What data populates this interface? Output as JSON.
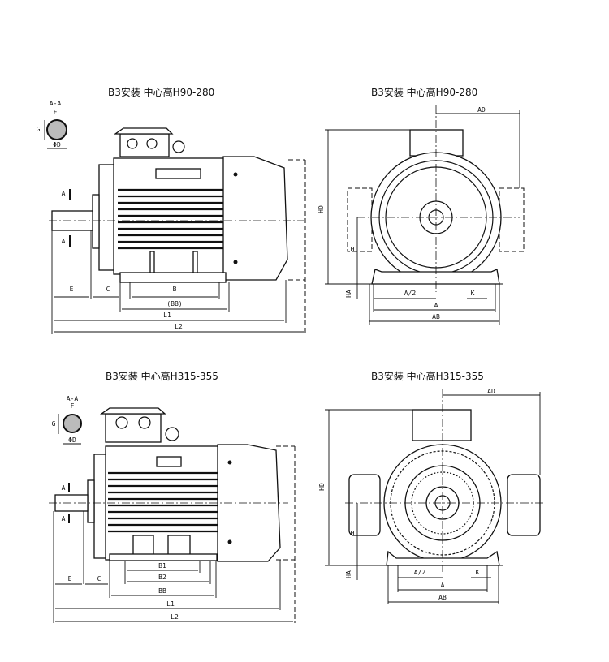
{
  "panels": {
    "top_left": {
      "title": "B3安装  中心高H90-280",
      "section": "A-A",
      "f": "F",
      "g": "G",
      "d": "ΦD",
      "a": "A",
      "e": "E",
      "c": "C",
      "b": "B",
      "bb": "(BB)",
      "l1": "L1",
      "l2": "L2"
    },
    "top_right": {
      "title": "B3安装  中心高H90-280",
      "ad": "AD",
      "hd": "HD",
      "h": "H",
      "ha": "HA",
      "a2": "A/2",
      "k": "K",
      "a": "A",
      "ab": "AB"
    },
    "bottom_left": {
      "title": "B3安装  中心高H315-355",
      "section": "A-A",
      "f": "F",
      "g": "G",
      "d": "ΦD",
      "a": "A",
      "e": "E",
      "c": "C",
      "b1": "B1",
      "b2": "B2",
      "bb": "BB",
      "l1": "L1",
      "l2": "L2"
    },
    "bottom_right": {
      "title": "B3安装  中心高H315-355",
      "ad": "AD",
      "hd": "HD",
      "h": "H",
      "ha": "HA",
      "a2": "A/2",
      "k": "K",
      "a": "A",
      "ab": "AB"
    }
  }
}
